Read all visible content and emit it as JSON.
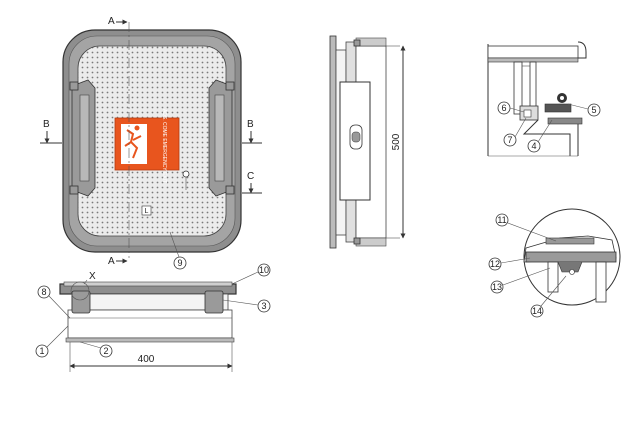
{
  "section_labels": {
    "a_top": "A",
    "a_bottom": "A",
    "b_left": "B",
    "b_right": "B",
    "c_right": "C"
  },
  "detail_label": "X",
  "dimensions": {
    "width": "400",
    "height": "500"
  },
  "plate_marks": {
    "l_mark": "L"
  },
  "sign_text": "ADS. COME EMERGENCY EXIT",
  "callouts": [
    "1",
    "2",
    "3",
    "4",
    "5",
    "6",
    "7",
    "8",
    "9",
    "10",
    "11",
    "12",
    "13",
    "14"
  ],
  "colors": {
    "warning_sign": "#e8551e",
    "frame": "#8e8e8e",
    "line": "#333333"
  }
}
